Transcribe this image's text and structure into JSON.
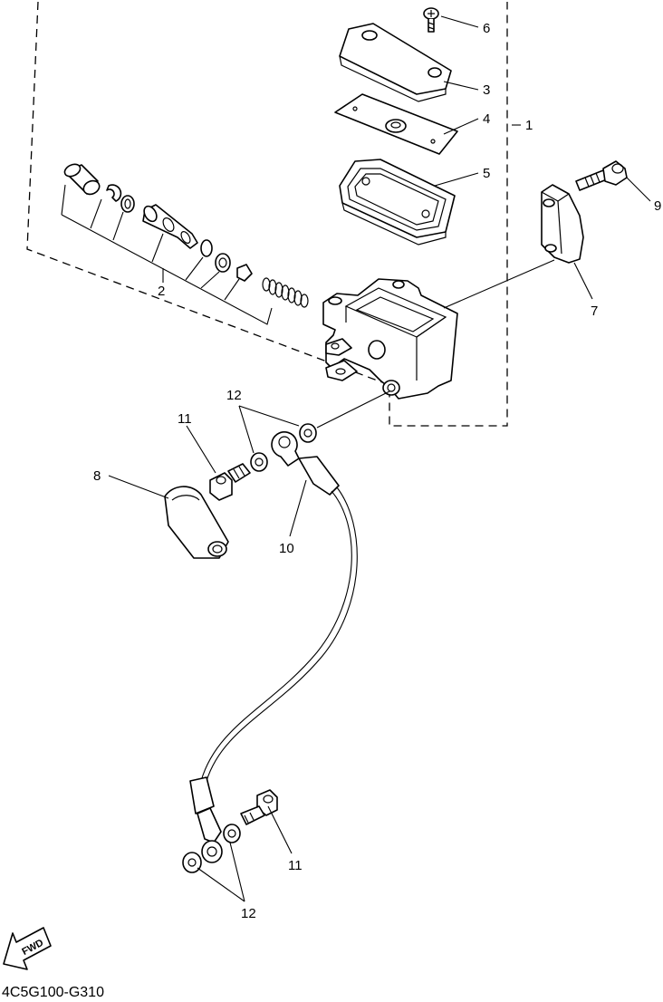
{
  "callouts": {
    "c1": "1",
    "c2": "2",
    "c3": "3",
    "c4": "4",
    "c5": "5",
    "c6": "6",
    "c7": "7",
    "c8": "8",
    "c9": "9",
    "c10": "10",
    "c11a": "11",
    "c11b": "11",
    "c12a": "12",
    "c12b": "12"
  },
  "fwd_label": "FWD",
  "diagram_code": "4C5G100-G310"
}
